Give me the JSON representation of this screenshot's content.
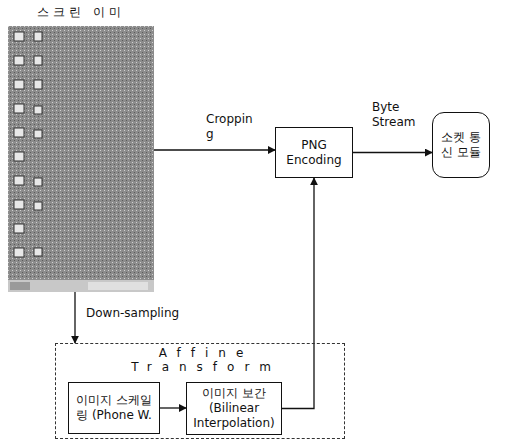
{
  "diagram": {
    "nodes": [
      {
        "text": [
          "스크린 이미"
        ]
      },
      {
        "text": [
          "PNG Encoding"
        ]
      },
      {
        "text": [
          "소켓 통신 모듈"
        ]
      },
      {
        "text": [
          "Affine Transform"
        ]
      },
      {
        "text": [
          "이미지 스케일링 (Phone W."
        ],
        "in": 3
      },
      {
        "text": [
          "이미지 보간 (Bilinear Interpolation)"
        ],
        "in": 3
      }
    ],
    "edges": [
      {
        "from": 0,
        "to": 1,
        "label": "Croppin g",
        "arrow": "to"
      },
      {
        "from": 1,
        "to": 2,
        "label": "Byte Stream",
        "arrow": "to"
      },
      {
        "from": 0,
        "to": 3,
        "label": "Down-sampling",
        "arrow": "to"
      },
      {
        "from": 4,
        "to": 5,
        "arrow": "to"
      },
      {
        "from": 5,
        "to": 1,
        "arrow": "to"
      }
    ]
  }
}
